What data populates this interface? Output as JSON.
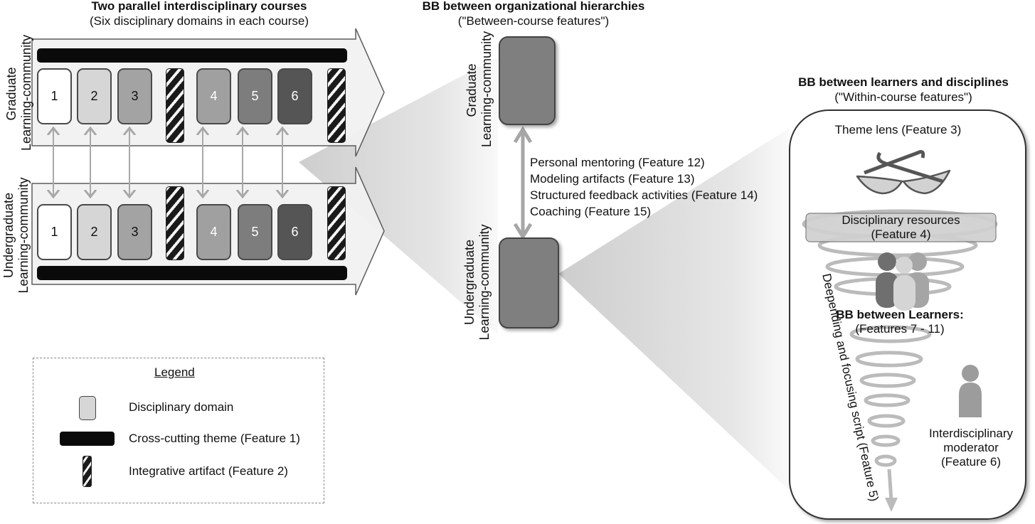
{
  "left_panel": {
    "title": "Two parallel interdisciplinary courses",
    "subtitle": "(Six disciplinary domains in each course)",
    "graduate_label": [
      "Graduate",
      "Learning-community"
    ],
    "undergraduate_label": [
      "Undergraduate",
      "Learning-community"
    ],
    "domains": [
      "1",
      "2",
      "3",
      "4",
      "5",
      "6"
    ],
    "domain_colors": [
      "#ffffff",
      "#d6d6d6",
      "#a3a3a3",
      "#a0a0a0",
      "#7d7d7d",
      "#555555"
    ],
    "domain_text_colors": [
      "#111111",
      "#111111",
      "#111111",
      "#ffffff",
      "#ffffff",
      "#ffffff"
    ]
  },
  "legend": {
    "title": "Legend",
    "items": [
      {
        "icon": "disciplinary-domain-swatch",
        "label": "Disciplinary domain"
      },
      {
        "icon": "cross-cutting-theme-swatch",
        "label": "Cross-cutting theme (Feature 1)"
      },
      {
        "icon": "integrative-artifact-swatch",
        "label": "Integrative artifact (Feature 2)"
      }
    ]
  },
  "middle_panel": {
    "title": "BB between organizational hierarchies",
    "subtitle": "(\"Between-course features\")",
    "graduate_label": [
      "Graduate",
      "Learning-community"
    ],
    "undergraduate_label": [
      "Undergraduate",
      "Learning-community"
    ],
    "features": [
      "Personal mentoring (Feature 12)",
      "Modeling artifacts (Feature 13)",
      "Structured feedback activities (Feature 14)",
      "Coaching (Feature 15)"
    ]
  },
  "right_panel": {
    "title": "BB between learners and disciplines",
    "subtitle": "(\"Within-course features\")",
    "theme_lens": "Theme lens (Feature 3)",
    "resources": [
      "Disciplinary resources",
      "(Feature 4)"
    ],
    "learners": [
      "BB between Learners:",
      "(Features 7 - 11)"
    ],
    "script_label": "Deepending and focusing script (Feature 5)",
    "moderator": [
      "Interdisciplinary",
      "moderator",
      "(Feature 6)"
    ]
  }
}
